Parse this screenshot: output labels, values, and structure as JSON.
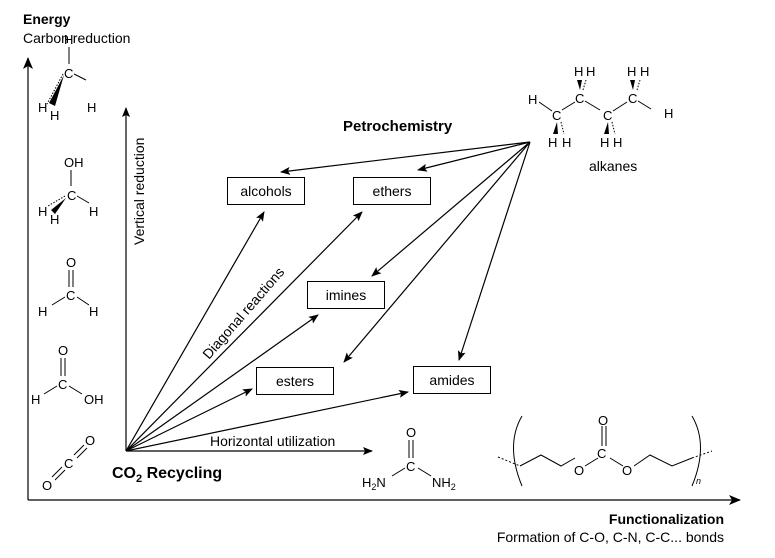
{
  "y_axis": {
    "title": "Energy",
    "subtitle": "Carbon reduction"
  },
  "x_axis": {
    "title": "Functionalization",
    "subtitle": "Formation of C-O, C-N, C-C... bonds"
  },
  "inner_axes": {
    "vertical_label": "Vertical reduction",
    "horizontal_label": "Horizontal utilization",
    "diagonal_label": "Diagonal reactions"
  },
  "origin_label": {
    "prefix": "CO",
    "subscript": "2",
    "suffix": " Recycling"
  },
  "petrochemistry_label": "Petrochemistry",
  "alkanes_label": "alkanes",
  "products": [
    {
      "id": "alcohols",
      "label": "alcohols"
    },
    {
      "id": "ethers",
      "label": "ethers"
    },
    {
      "id": "imines",
      "label": "imines"
    },
    {
      "id": "esters",
      "label": "esters"
    },
    {
      "id": "amides",
      "label": "amides"
    }
  ],
  "reduction_series": [
    {
      "name": "methane",
      "atoms": [
        "H",
        "H",
        "H",
        "C",
        "H"
      ]
    },
    {
      "name": "methanol",
      "atoms": [
        "OH",
        "H",
        "H",
        "C",
        "H"
      ]
    },
    {
      "name": "formaldehyde",
      "atoms": [
        "O",
        "C",
        "H",
        "H"
      ]
    },
    {
      "name": "formic-acid",
      "atoms": [
        "O",
        "C",
        "H",
        "OH"
      ]
    },
    {
      "name": "carbon-dioxide",
      "atoms": [
        "O",
        "C",
        "O"
      ]
    }
  ],
  "urea": {
    "atoms": [
      "O",
      "C",
      "H2N",
      "NH2"
    ]
  },
  "polycarbonate": {
    "atoms": [
      "O",
      "C",
      "O",
      "O"
    ],
    "repeat": "n"
  },
  "alkane_atoms": {
    "carbon": "C",
    "hydrogen": "H"
  }
}
